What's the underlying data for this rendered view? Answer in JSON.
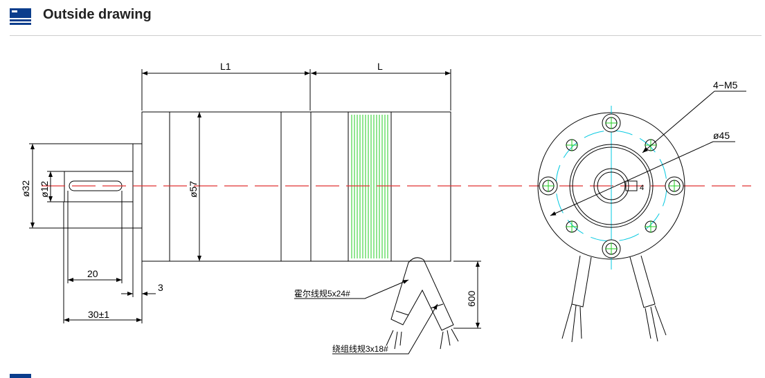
{
  "header": {
    "title": "Outside drawing",
    "icon": "section-banner-icon"
  },
  "colors": {
    "accent": "#0b3d8c",
    "centerline": "#e03030",
    "construction": "#00c8e0",
    "holes": "#22cc22"
  },
  "drawing": {
    "dim_L1": "L1",
    "dim_L": "L",
    "dim_d32": "ø32",
    "dim_d12": "ø12",
    "dim_d57": "ø57",
    "dim_20": "20",
    "dim_3": "3",
    "dim_30": "30±1",
    "dim_600": "600",
    "dim_4m5": "4−M5",
    "dim_d45": "ø45",
    "dim_key": "4",
    "hall_wire": "霍尔线规5x24#",
    "winding_wire": "绕组线规3x18#"
  }
}
